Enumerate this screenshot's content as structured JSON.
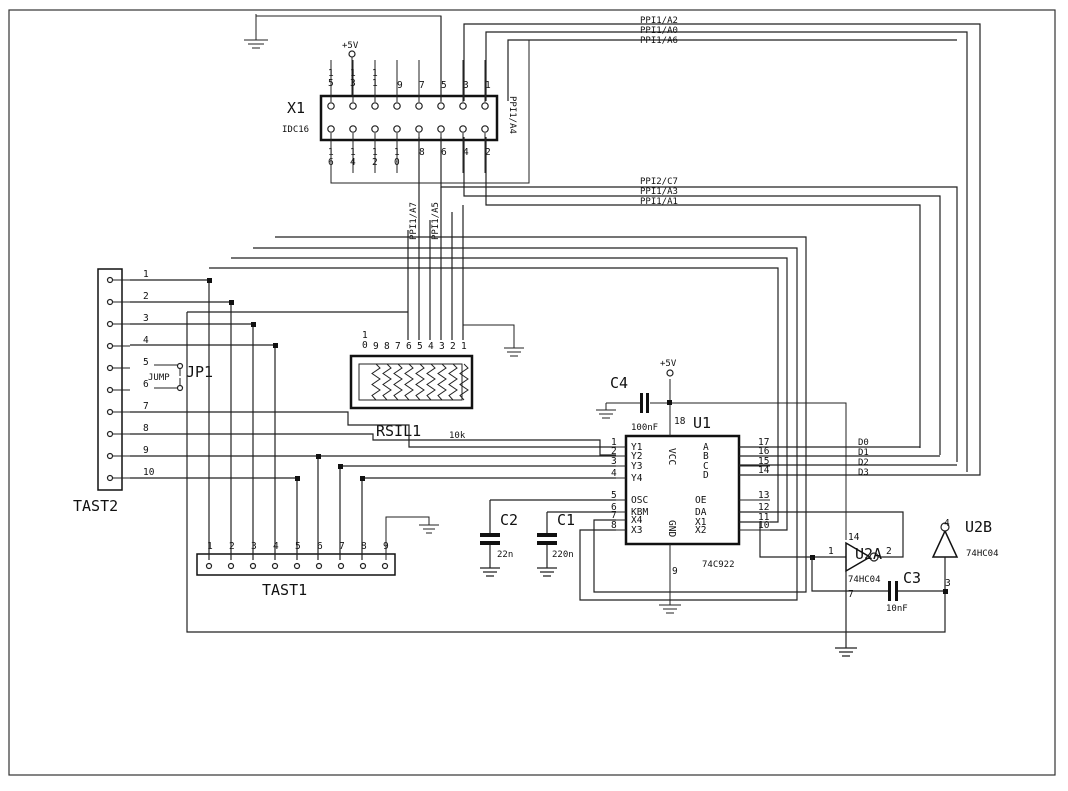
{
  "components": {
    "x1": {
      "ref": "X1",
      "value": "IDC16",
      "top_pins": [
        "1\n5",
        "1\n3",
        "1\n1",
        "9",
        "7",
        "5",
        "3",
        "1"
      ],
      "bottom_pins": [
        "1\n6",
        "1\n4",
        "1\n2",
        "1\n0",
        "8",
        "6",
        "4",
        "2"
      ],
      "power": "+5V"
    },
    "rsil1": {
      "ref": "RSIL1",
      "value": "10k",
      "pins": [
        "1\n0",
        "9",
        "8",
        "7",
        "6",
        "5",
        "4",
        "3",
        "2",
        "1"
      ]
    },
    "u1": {
      "ref": "U1",
      "value": "74C922",
      "left_pins": [
        {
          "num": "1",
          "name": "Y1"
        },
        {
          "num": "2",
          "name": "Y2"
        },
        {
          "num": "3",
          "name": "Y3"
        },
        {
          "num": "4",
          "name": "Y4"
        },
        {
          "num": "5",
          "name": "OSC"
        },
        {
          "num": "6",
          "name": "KBM"
        },
        {
          "num": "7",
          "name": "X4"
        },
        {
          "num": "8",
          "name": "X3"
        }
      ],
      "right_pins": [
        {
          "num": "17",
          "name": "A"
        },
        {
          "num": "16",
          "name": "B"
        },
        {
          "num": "15",
          "name": "C"
        },
        {
          "num": "14",
          "name": "D"
        },
        {
          "num": "13",
          "name": "OE"
        },
        {
          "num": "12",
          "name": "DA"
        },
        {
          "num": "11",
          "name": "X1"
        },
        {
          "num": "10",
          "name": "X2"
        }
      ],
      "vcc_label": "VCC",
      "vcc_pin": "18",
      "gnd_label": "GND",
      "gnd_pin": "9"
    },
    "u2a": {
      "ref": "U2A",
      "value": "74HC04",
      "pin_in": "1",
      "pin_out": "2",
      "pin_vcc": "14",
      "pin_gnd": "7"
    },
    "u2b": {
      "ref": "U2B",
      "value": "74HC04",
      "pin_vcc": "4",
      "pin_in": "3"
    },
    "c1": {
      "ref": "C1",
      "value": "220n"
    },
    "c2": {
      "ref": "C2",
      "value": "22n"
    },
    "c3": {
      "ref": "C3",
      "value": "10nF"
    },
    "c4": {
      "ref": "C4",
      "value": "100nF",
      "power": "+5V"
    },
    "jp1": {
      "ref": "JP1",
      "label": "JUMP",
      "pins": [
        "5",
        "6"
      ]
    },
    "tast1": {
      "ref": "TAST1",
      "pins": [
        "1",
        "2",
        "3",
        "4",
        "5",
        "6",
        "7",
        "8",
        "9"
      ]
    },
    "tast2": {
      "ref": "TAST2",
      "pins": [
        "1",
        "2",
        "3",
        "4",
        "5",
        "6",
        "7",
        "8",
        "9",
        "10"
      ]
    }
  },
  "nets": {
    "ppi1_a2": "PPI1/A2",
    "ppi1_a0": "PPI1/A0",
    "ppi1_a6": "PPI1/A6",
    "ppi1_a4": "PPI1/A4",
    "ppi2_c7": "PPI2/C7",
    "ppi1_a3": "PPI1/A3",
    "ppi1_a1": "PPI1/A1",
    "ppi1_a7": "PPI1/A7",
    "ppi1_a5": "PPI1/A5",
    "d0": "D0",
    "d1": "D1",
    "d2": "D2",
    "d3": "D3"
  }
}
